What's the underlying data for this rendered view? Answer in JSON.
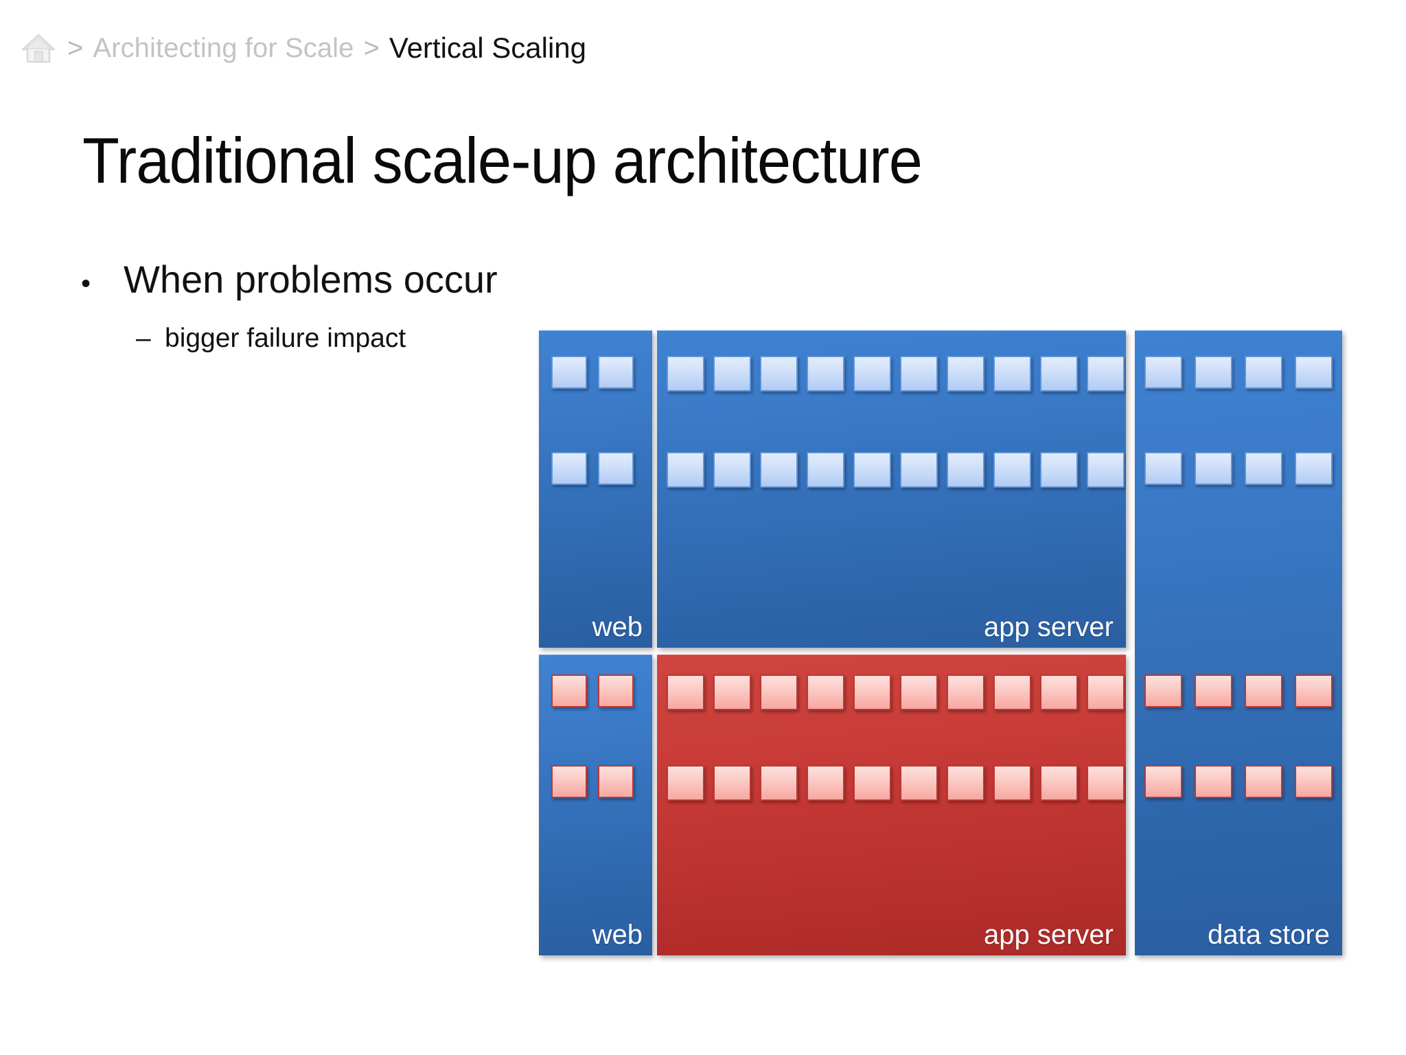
{
  "breadcrumb": {
    "home_icon": "home-icon",
    "separator": ">",
    "parent": "Architecting for Scale",
    "current": "Vertical Scaling"
  },
  "slide": {
    "title": "Traditional scale-up architecture",
    "bullets": [
      {
        "marker": "•",
        "text": "When problems occur",
        "level": 1
      },
      {
        "marker": "–",
        "text": "bigger failure impact",
        "level": 2
      }
    ]
  },
  "colors": {
    "panel_blue": "#3579c6",
    "panel_red": "#c43b36",
    "chip_blue": "#cfe0f9",
    "chip_red": "#fac6c0",
    "title_text": "#0a0a0a",
    "breadcrumb_muted": "#c3c3c3",
    "label_text": "#ffffff"
  },
  "diagram": {
    "name": "traditional-scale-up-architecture-diagram",
    "tiers": [
      {
        "id": "web",
        "label_top": "web",
        "label_bottom": "web",
        "top_panel_color": "blue",
        "bottom_panel_color": "blue",
        "top_chip_color": "blue",
        "bottom_chip_color": "red",
        "chips_per_row": 2,
        "rows_per_panel": 2
      },
      {
        "id": "app-server",
        "label_top": "app server",
        "label_bottom": "app server",
        "top_panel_color": "blue",
        "bottom_panel_color": "red",
        "top_chip_color": "blue",
        "bottom_chip_color": "red",
        "chips_per_row": 10,
        "rows_per_panel": 2
      },
      {
        "id": "data-store",
        "label_bottom": "data store",
        "panel_color": "blue",
        "top_chip_color": "blue",
        "bottom_chip_color": "red",
        "chips_per_row": 4,
        "rows_total": 4
      }
    ]
  }
}
